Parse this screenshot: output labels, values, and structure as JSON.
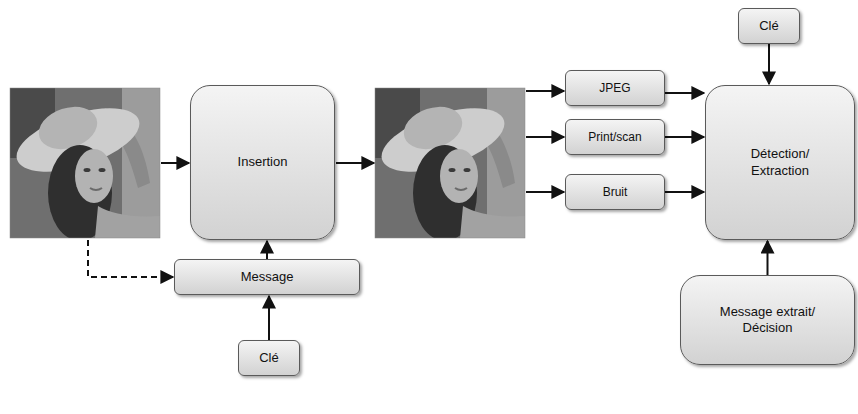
{
  "diagram": {
    "nodes": [
      {
        "text": [
          "Clé"
        ]
      },
      {
        "text": [
          "Insertion"
        ]
      },
      {
        "text": [
          "JPEG"
        ]
      },
      {
        "text": [
          "Print/scan"
        ]
      },
      {
        "text": [
          "Bruit"
        ]
      },
      {
        "text": [
          "Détection/ Extraction"
        ]
      },
      {
        "text": [
          "Message"
        ]
      },
      {
        "text": [
          "Message extrait/ Décision"
        ]
      },
      {
        "text": [
          "Clé"
        ]
      }
    ],
    "edges": [
      {
        "from": 0,
        "to": 5,
        "arrow": "to"
      },
      {
        "from": 2,
        "to": 5,
        "arrow": "to"
      },
      {
        "from": 3,
        "to": 5,
        "arrow": "to"
      },
      {
        "from": 4,
        "to": 5,
        "arrow": "to"
      },
      {
        "from": 6,
        "to": 1,
        "arrow": "to"
      },
      {
        "from": 7,
        "to": 5,
        "arrow": "to"
      },
      {
        "from": 8,
        "to": 6,
        "arrow": "to"
      }
    ]
  }
}
